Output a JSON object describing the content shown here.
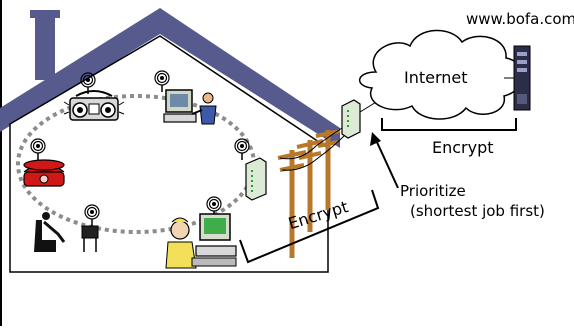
{
  "labels": {
    "url": "www.bofa.com",
    "internet": "Internet",
    "encrypt_wan": "Encrypt",
    "prioritize": "Prioritize",
    "prioritize_detail": "(shortest job first)",
    "encrypt_lan": "Encrypt"
  },
  "icons": [
    "house-outline",
    "wifi-radio-icon",
    "boombox-icon",
    "pc-user-icon",
    "phone-icon",
    "armchair-tv-icon",
    "laptop-user-icon",
    "router-icon",
    "modem-icon",
    "utility-pole-icon",
    "cloud-icon",
    "server-icon"
  ],
  "colors": {
    "roof": "#565a8c",
    "chimney": "#565a8c",
    "ring": "#8c8c8c",
    "pole": "#b9772a",
    "phone": "#d01818",
    "router": "#dcead6"
  }
}
